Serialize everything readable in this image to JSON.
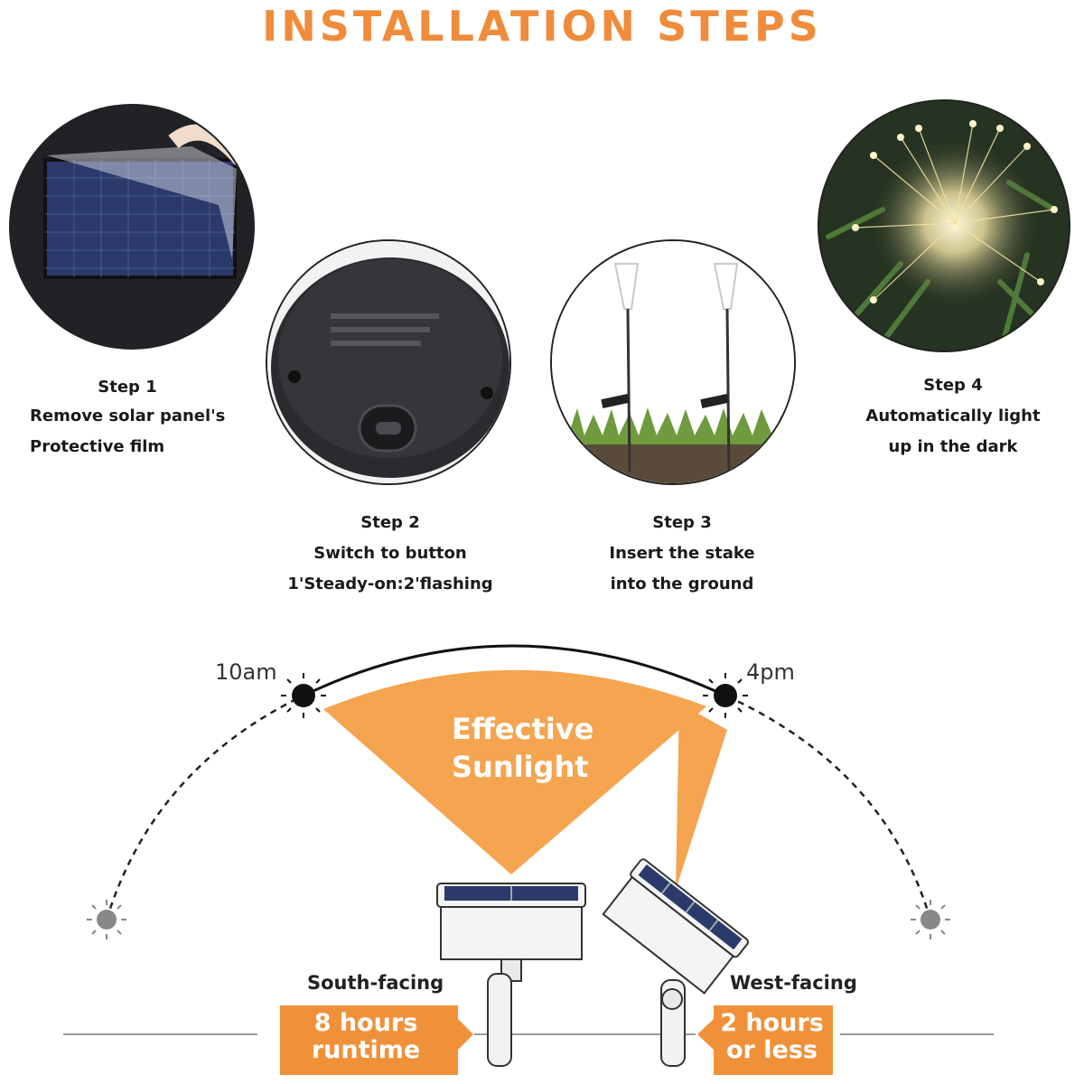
{
  "header": {
    "title": "INSTALLATION STEPS"
  },
  "steps": [
    {
      "label": "Step 1",
      "line1": "Remove solar panel's",
      "line2": "Protective film"
    },
    {
      "label": "Step 2",
      "line1": "Switch to button",
      "line2": "1'Steady-on:2'flashing"
    },
    {
      "label": "Step 3",
      "line1": "Insert the stake",
      "line2": "into the ground"
    },
    {
      "label": "Step 4",
      "line1": "Automatically light",
      "line2": "up in the dark"
    }
  ],
  "sun_diagram": {
    "start_time": "10am",
    "end_time": "4pm",
    "beam_line1": "Effective",
    "beam_line2": "Sunlight",
    "south": {
      "label": "South-facing",
      "line1": "8 hours",
      "line2": "runtime"
    },
    "west": {
      "label": "West-facing",
      "line1": "2 hours",
      "line2": "or less"
    }
  },
  "colors": {
    "accent": "#ef8c3c",
    "beam": "#f5a450",
    "dark": "#111111"
  }
}
